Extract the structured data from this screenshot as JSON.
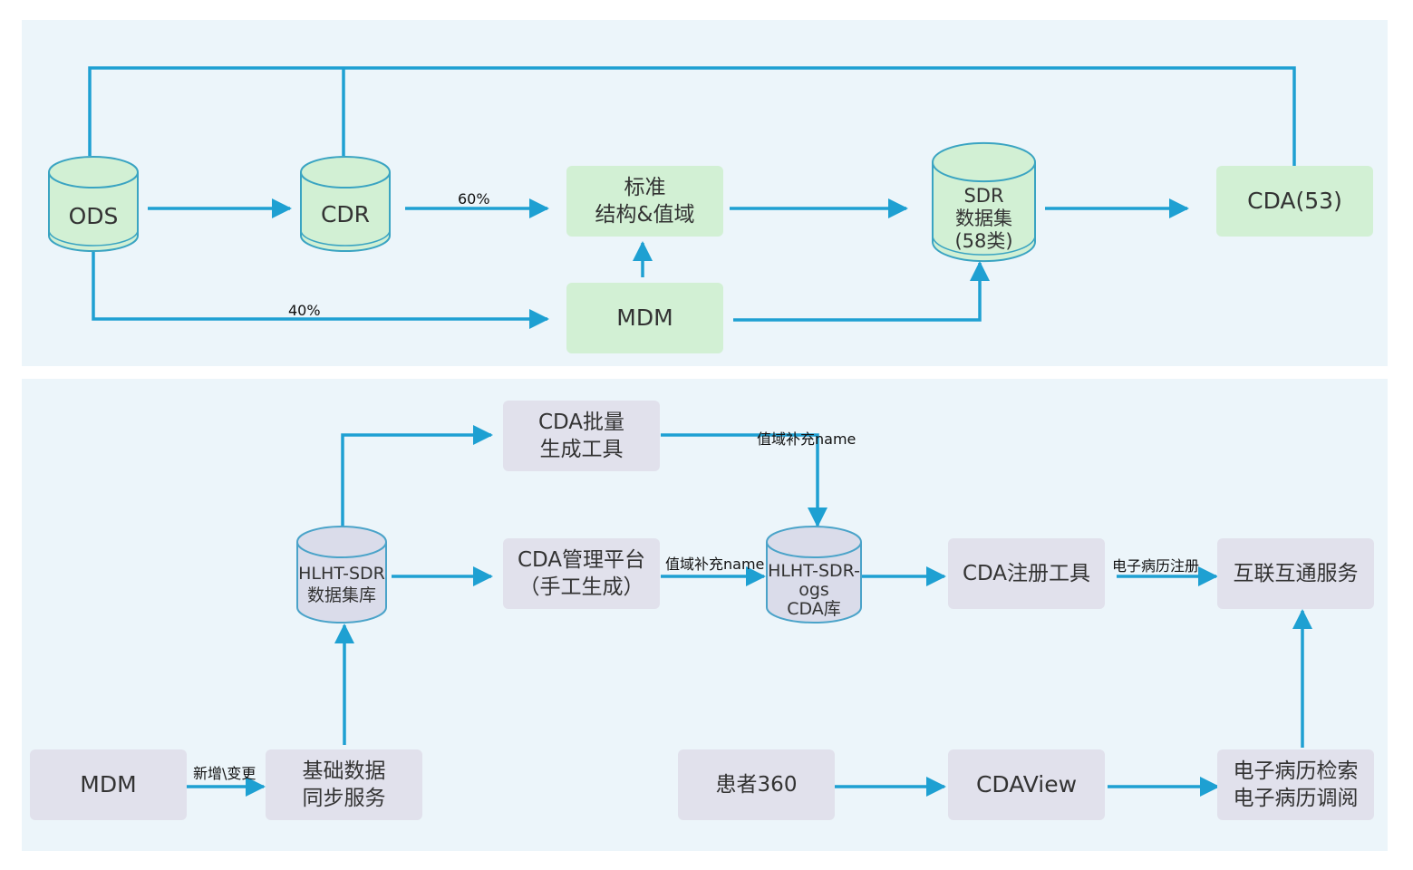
{
  "colors": {
    "panel": "#ecf5fa",
    "arrow": "#1ea0d2",
    "green_fill": "#d2f0d4",
    "green_stroke": "#3aa4c2",
    "grey_fill": "#e1e1ec",
    "cyl_stroke": "#4aa3c9"
  },
  "top": {
    "ods": "ODS",
    "cdr": "CDR",
    "std_line1": "标准",
    "std_line2": "结构&值域",
    "sdr_line1": "SDR",
    "sdr_line2": "数据集",
    "sdr_line3": "(58类)",
    "cda53": "CDA(53)",
    "mdm": "MDM",
    "pct60": "60%",
    "pct40": "40%"
  },
  "bottom": {
    "batch_line1": "CDA批量",
    "batch_line2": "生成工具",
    "hlht_line1": "HLHT-SDR",
    "hlht_line2": "数据集库",
    "mgmt_line1": "CDA管理平台",
    "mgmt_line2": "（手工生成）",
    "ogs_line1": "HLHT-SDR-",
    "ogs_line2": "ogs",
    "ogs_line3": "CDA库",
    "register": "CDA注册工具",
    "interop": "互联互通服务",
    "mdm": "MDM",
    "sync_line1": "基础数据",
    "sync_line2": "同步服务",
    "patient360": "患者360",
    "cdaview": "CDAView",
    "emr_line1": "电子病历检索",
    "emr_line2": "电子病历调阅",
    "label_fill1": "值域补充name",
    "label_fill2": "值域补充name",
    "label_emr_reg": "电子病历注册",
    "label_new": "新增\\变更"
  }
}
